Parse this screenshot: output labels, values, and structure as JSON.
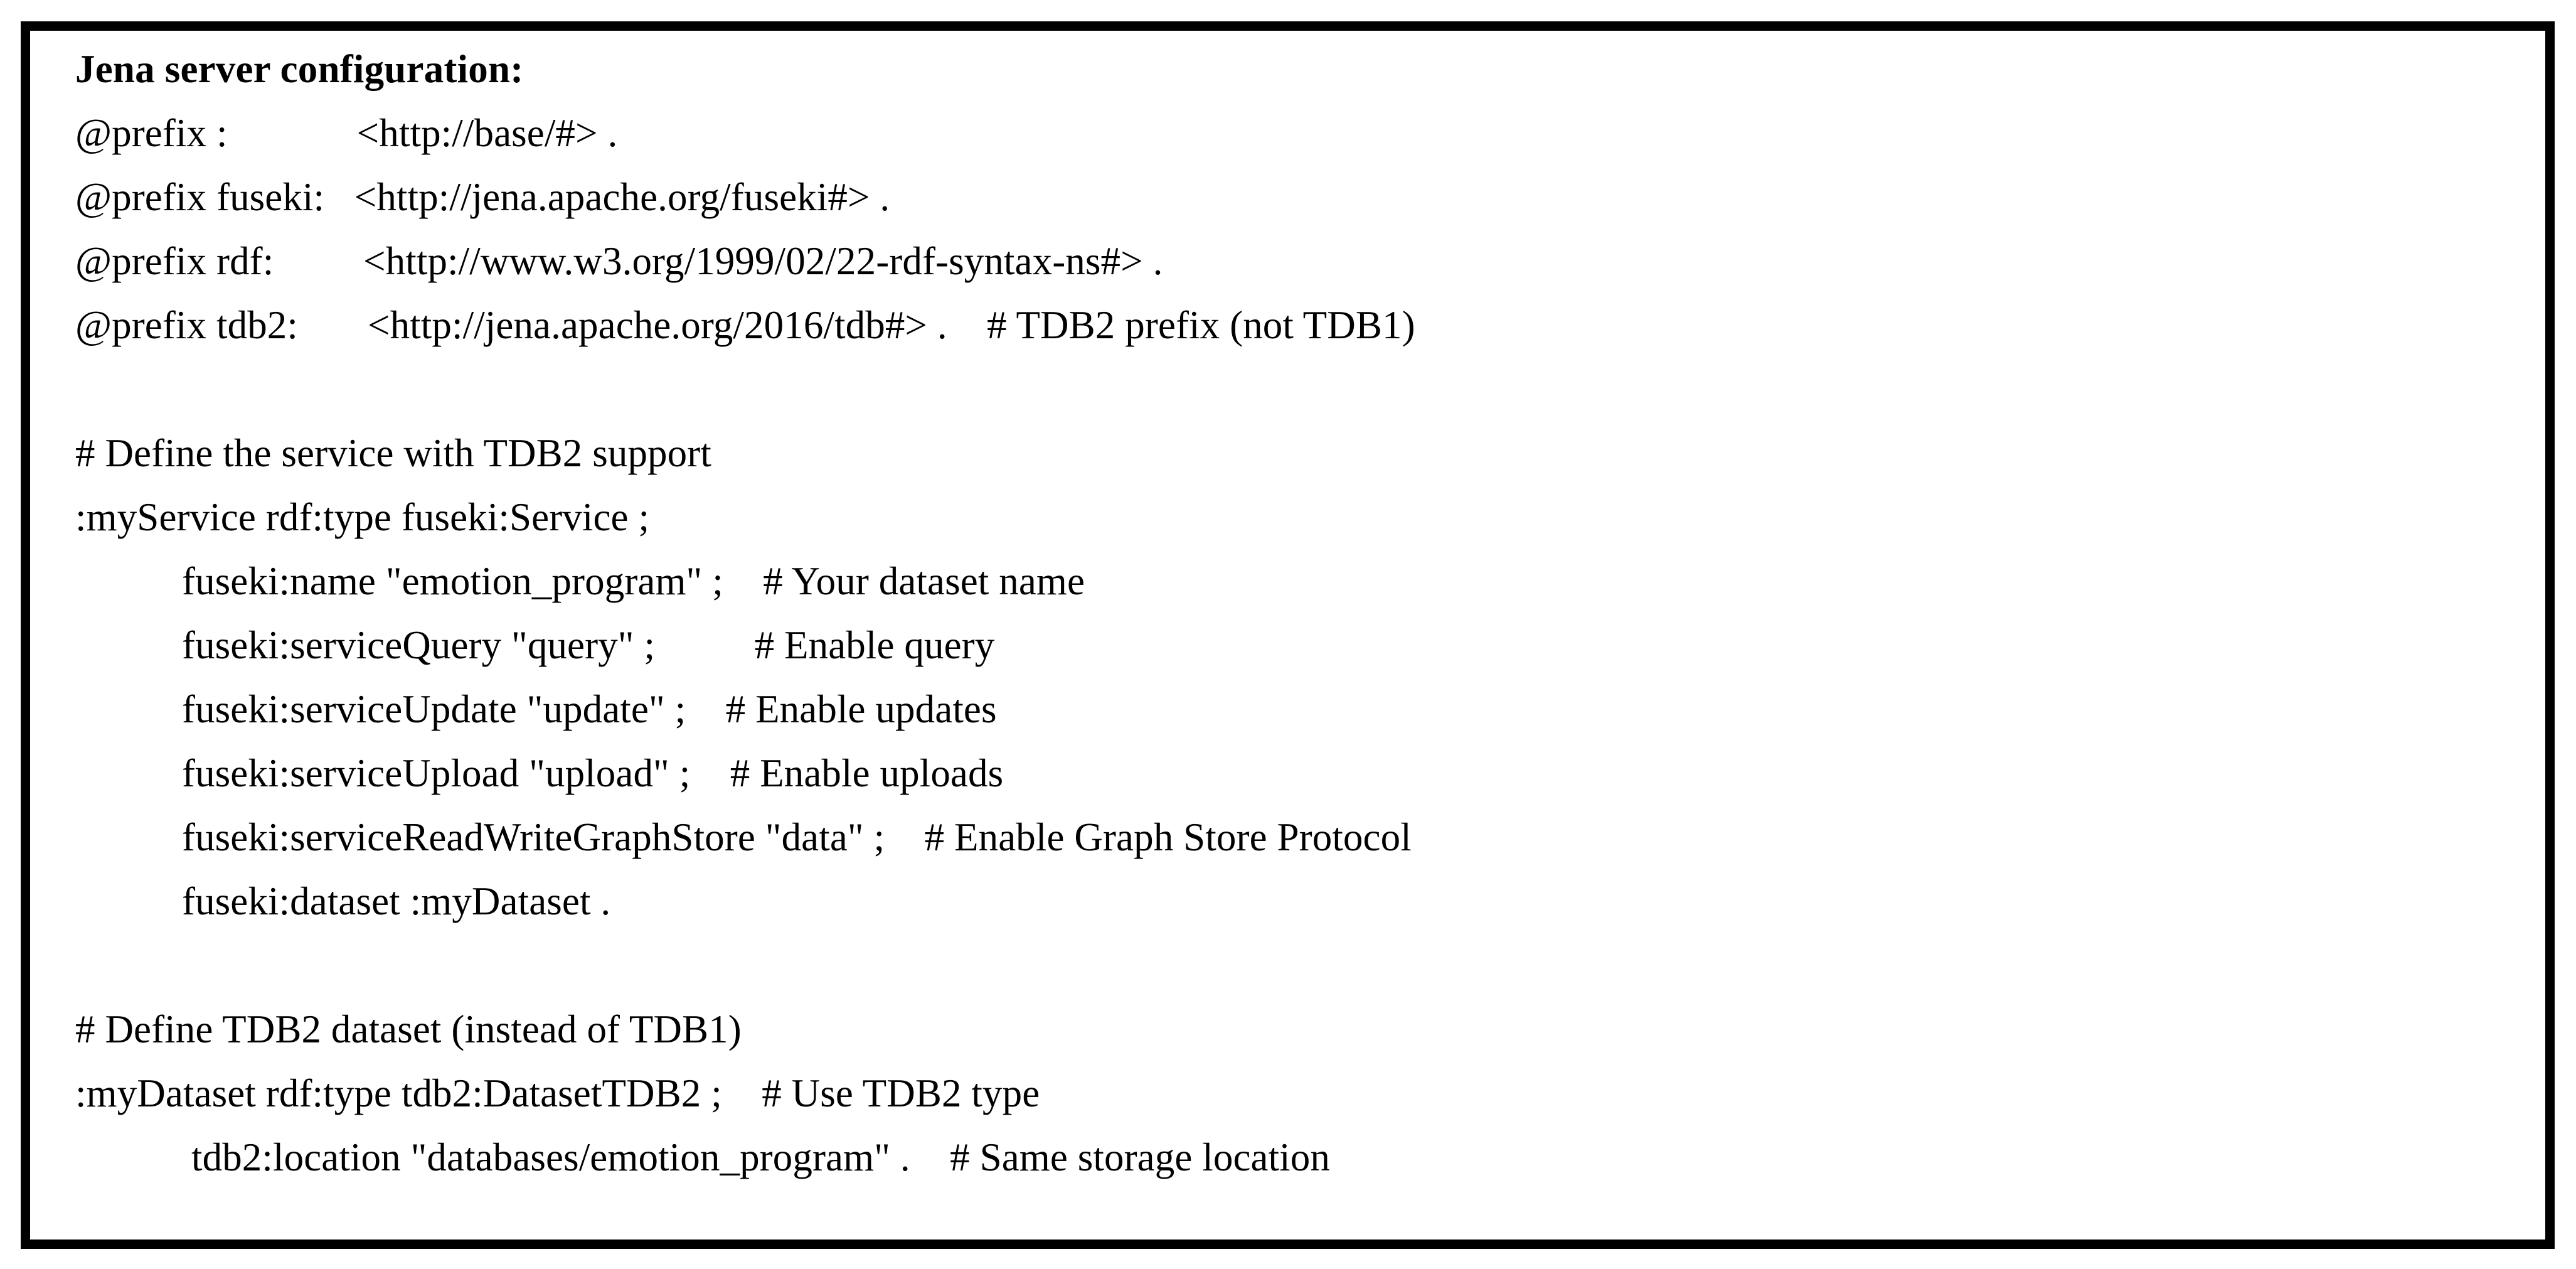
{
  "figure": {
    "heading": "Jena server configuration:",
    "border_color": "#000000",
    "background_color": "#ffffff",
    "text_color": "#000000"
  },
  "lines": [
    {
      "id": "prefix-base",
      "indent": 0,
      "text": "@prefix :             <http://base/#> ."
    },
    {
      "id": "prefix-fuseki",
      "indent": 0,
      "text": "@prefix fuseki:   <http://jena.apache.org/fuseki#> ."
    },
    {
      "id": "prefix-rdf",
      "indent": 0,
      "text": "@prefix rdf:         <http://www.w3.org/1999/02/22-rdf-syntax-ns#> ."
    },
    {
      "id": "prefix-tdb2",
      "indent": 0,
      "text": "@prefix tdb2:       <http://jena.apache.org/2016/tdb#> .    # TDB2 prefix (not TDB1)"
    },
    {
      "id": "blank-1",
      "indent": 0,
      "text": ""
    },
    {
      "id": "comment-service",
      "indent": 0,
      "text": "# Define the service with TDB2 support"
    },
    {
      "id": "service-decl",
      "indent": 0,
      "text": ":myService rdf:type fuseki:Service ;"
    },
    {
      "id": "fuseki-name",
      "indent": 1,
      "text": "fuseki:name \"emotion_program\" ;    # Your dataset name"
    },
    {
      "id": "fuseki-query",
      "indent": 1,
      "text": "fuseki:serviceQuery \"query\" ;          # Enable query"
    },
    {
      "id": "fuseki-update",
      "indent": 1,
      "text": "fuseki:serviceUpdate \"update\" ;    # Enable updates"
    },
    {
      "id": "fuseki-upload",
      "indent": 1,
      "text": "fuseki:serviceUpload \"upload\" ;    # Enable uploads"
    },
    {
      "id": "fuseki-graphstore",
      "indent": 1,
      "text": "fuseki:serviceReadWriteGraphStore \"data\" ;    # Enable Graph Store Protocol"
    },
    {
      "id": "fuseki-dataset",
      "indent": 1,
      "text": "fuseki:dataset :myDataset ."
    },
    {
      "id": "blank-2",
      "indent": 0,
      "text": ""
    },
    {
      "id": "comment-dataset",
      "indent": 0,
      "text": "# Define TDB2 dataset (instead of TDB1)"
    },
    {
      "id": "dataset-decl",
      "indent": 0,
      "text": ":myDataset rdf:type tdb2:DatasetTDB2 ;    # Use TDB2 type"
    },
    {
      "id": "tdb2-location",
      "indent": 2,
      "text": "tdb2:location \"databases/emotion_program\" .    # Same storage location"
    }
  ]
}
